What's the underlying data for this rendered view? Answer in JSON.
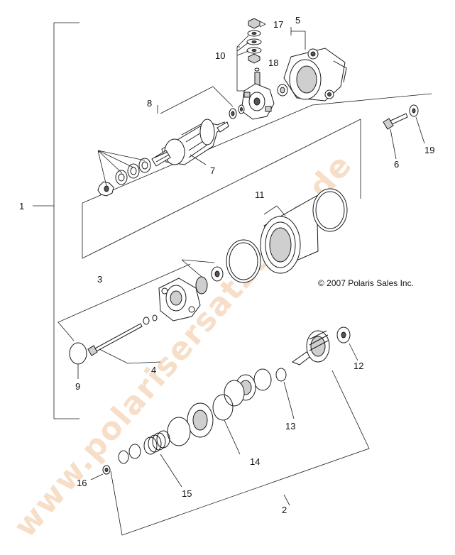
{
  "watermark": "www.polarisersatzteile.de",
  "copyright": "© 2007 Polaris Sales Inc.",
  "callouts": {
    "c1": "1",
    "c2": "2",
    "c3": "3",
    "c4": "4",
    "c5": "5",
    "c6": "6",
    "c7": "7",
    "c8": "8",
    "c9": "9",
    "c10": "10",
    "c11": "11",
    "c12": "12",
    "c13": "13",
    "c14": "14",
    "c15": "15",
    "c16": "16",
    "c17": "17",
    "c18": "18",
    "c19": "19"
  }
}
